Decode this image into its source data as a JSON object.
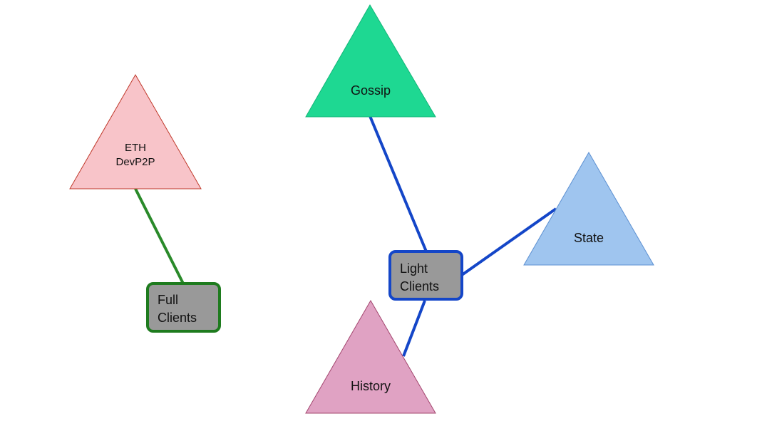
{
  "nodes": {
    "eth_devp2p": {
      "line1": "ETH",
      "line2": "DevP2P",
      "fill": "#f8c4c9",
      "stroke": "#c0392b"
    },
    "gossip": {
      "label": "Gossip",
      "fill": "#1ed892",
      "stroke": "#14b579"
    },
    "state": {
      "label": "State",
      "fill": "#9fc5ef",
      "stroke": "#5b8fd1"
    },
    "history": {
      "label": "History",
      "fill": "#e0a2c3",
      "stroke": "#a3456e"
    },
    "full_clients": {
      "line1": "Full",
      "line2": "Clients",
      "fill": "#999999",
      "border": "#1e7b1e"
    },
    "light_clients": {
      "line1": "Light",
      "line2": "Clients",
      "fill": "#999999",
      "border": "#1446c8"
    }
  },
  "colors": {
    "green_link": "#2a8a2a",
    "blue_link": "#1446c8"
  }
}
